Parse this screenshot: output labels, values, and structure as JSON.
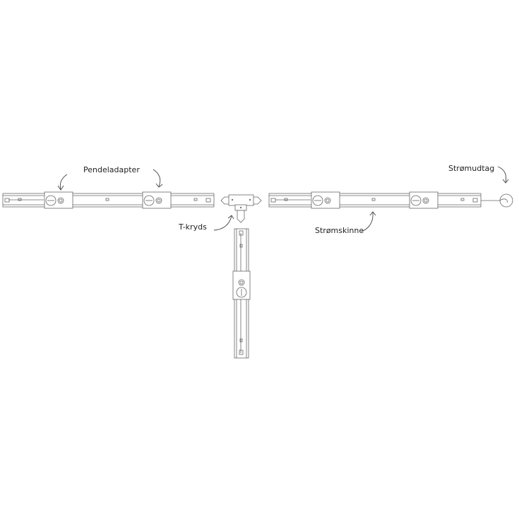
{
  "labels": {
    "pendant_adapter": "Pendeladapter",
    "t_connector": "T-kryds",
    "track": "Strømskinne",
    "power_outlet": "Strømudtag"
  },
  "colors": {
    "line": "#555555",
    "text": "#222222",
    "background": "#ffffff"
  }
}
